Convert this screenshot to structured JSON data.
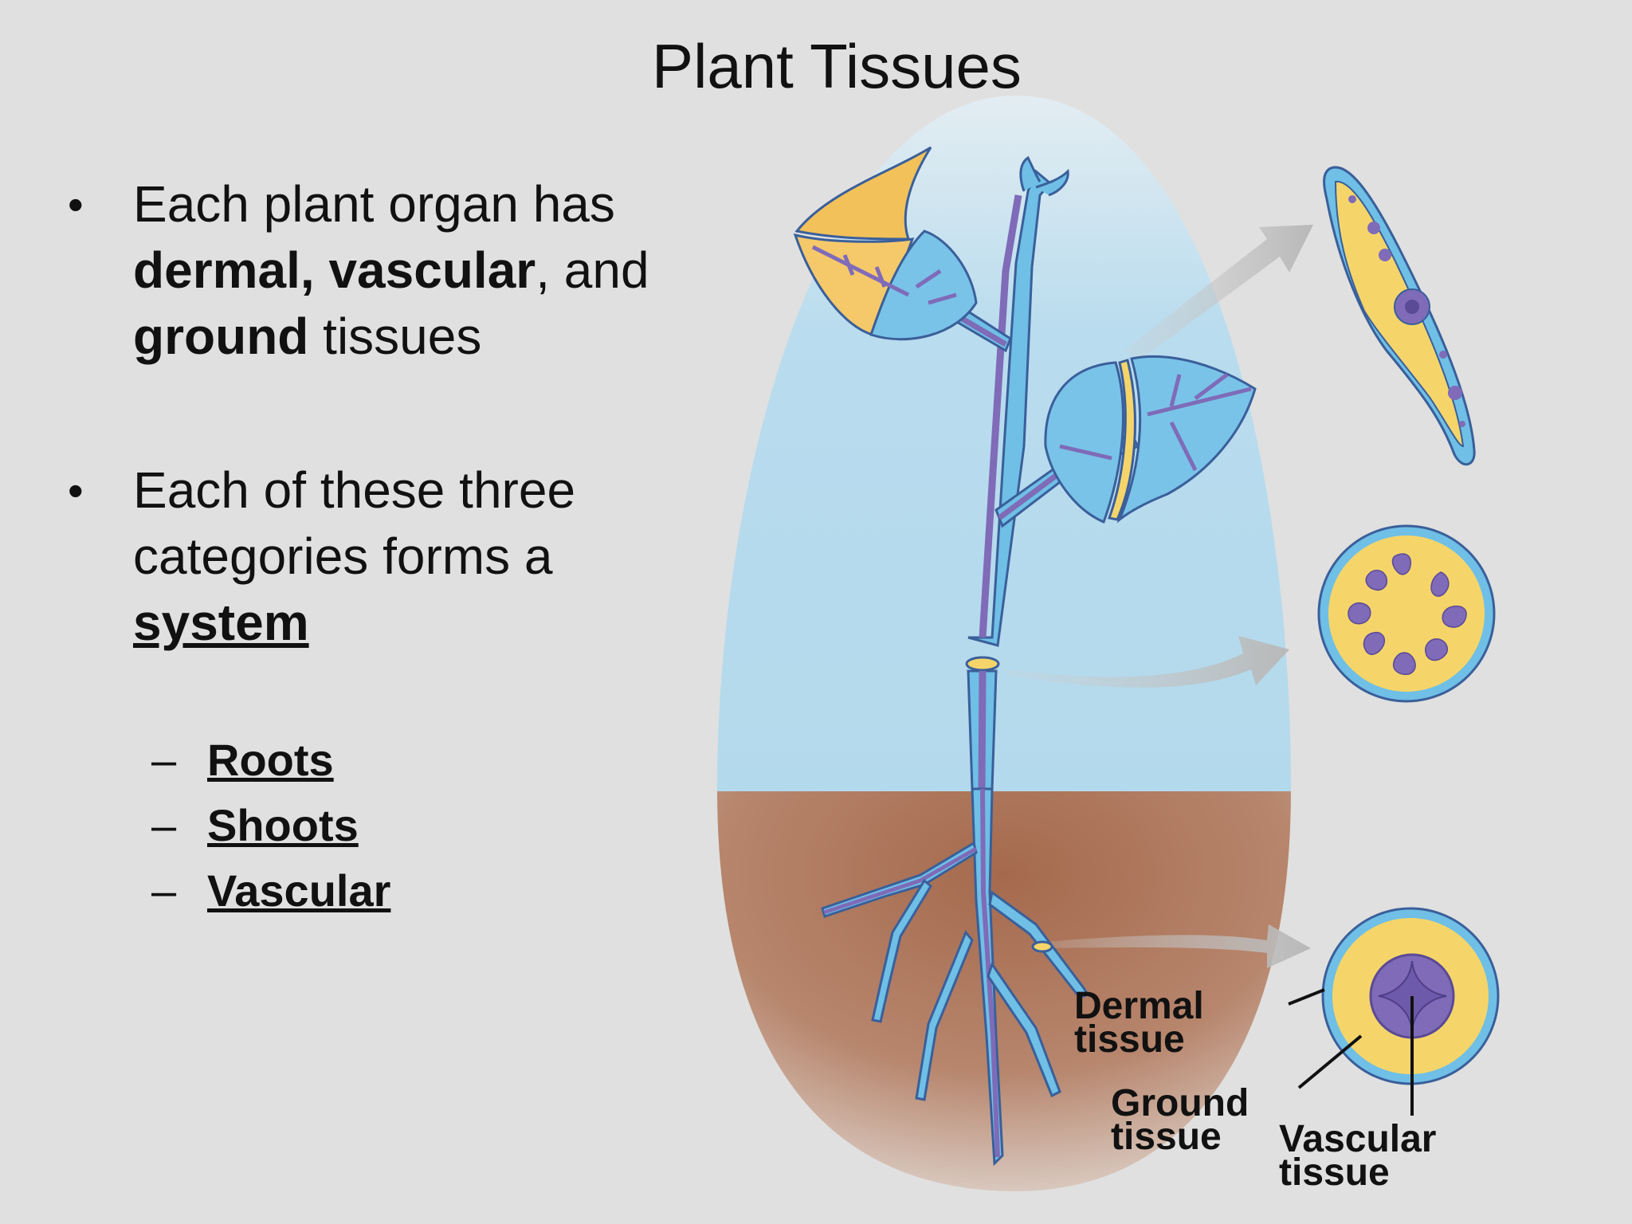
{
  "title": "Plant Tissues",
  "bullets": {
    "b1": {
      "t1": "Each plant organ has",
      "t2": "dermal, vascular",
      "t3": ", and",
      "t4": "ground",
      "t5": " tissues"
    },
    "b2": {
      "t1": "Each of these three categories forms a",
      "t2": "system"
    },
    "subitems": [
      "Roots",
      "Shoots",
      "Vascular"
    ]
  },
  "diagram": {
    "labels": {
      "dermal_1": "Dermal",
      "dermal_2": "tissue",
      "ground_1": "Ground",
      "ground_2": "tissue",
      "vascular_1": "Vascular",
      "vascular_2": "tissue"
    },
    "colors": {
      "sky": "#b8dcee",
      "soil": "#a87258",
      "tissue_blue": "#6fbfe6",
      "vascular_purple": "#7f6bb8",
      "ground_yellow": "#f5d56a"
    }
  }
}
